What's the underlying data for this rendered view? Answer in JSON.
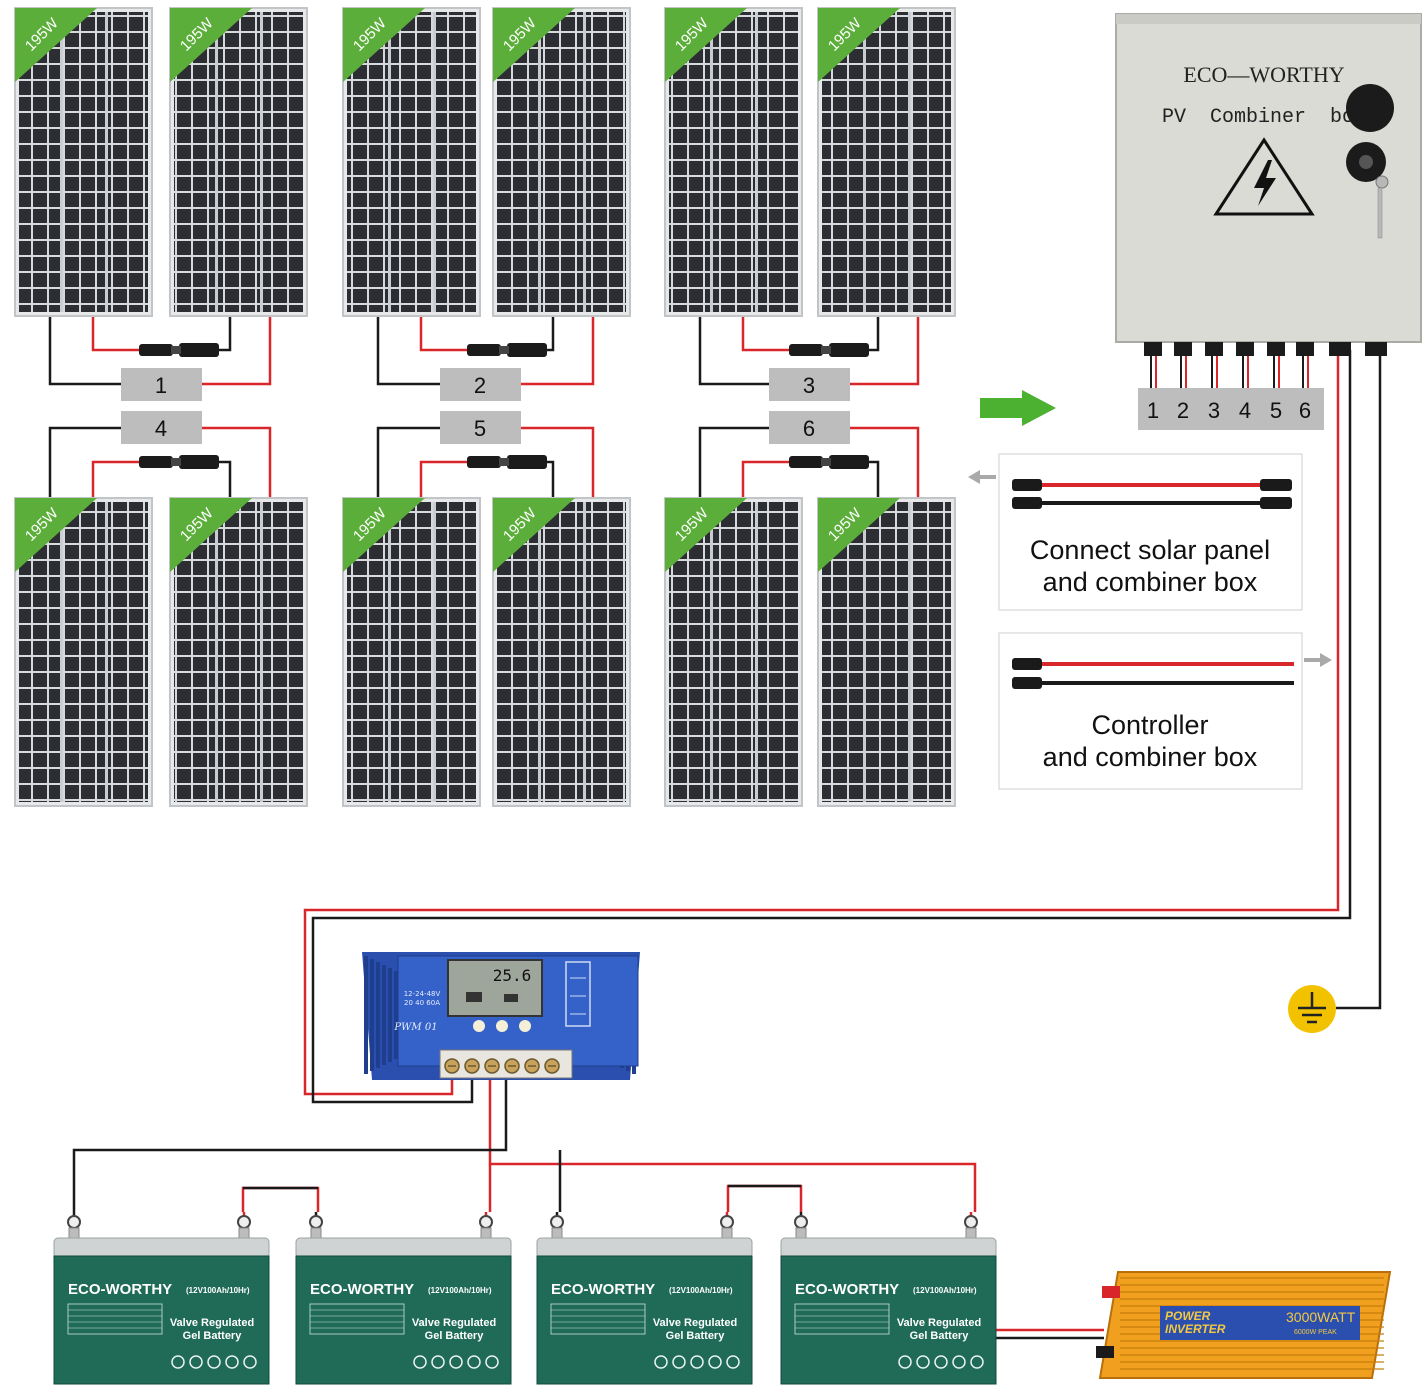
{
  "colors": {
    "wire_red": "#d8262a",
    "wire_black": "#1a1a1a",
    "panel_frame": "#e6e8ea",
    "panel_cell": "#2c2e33",
    "panel_tag": "#5cae3a",
    "string_label_bg": "#bdbdbd",
    "arrow_green": "#4cb030",
    "combiner_body": "#d9dbd4",
    "controller_blue": "#2e55b8",
    "battery_green": "#1f6b57",
    "battery_top": "#cfd3d4",
    "inverter_orange": "#f0a01e",
    "ground_yellow": "#f2c200"
  },
  "panels": {
    "wattage_label": "195W",
    "count": 12
  },
  "strings": {
    "labels": [
      "1",
      "2",
      "3",
      "4",
      "5",
      "6"
    ]
  },
  "combiner_box": {
    "brand": "ECO—WORTHY",
    "title": "PV  Combiner  box",
    "input_labels": [
      "1",
      "2",
      "3",
      "4",
      "5",
      "6"
    ],
    "icon": "high-voltage-warning-icon"
  },
  "legend": {
    "panel_to_combiner": {
      "line1": "Connect solar panel",
      "line2": "and combiner box"
    },
    "controller_to_combiner": {
      "line1": "Controller",
      "line2": "and combiner box"
    }
  },
  "controller": {
    "display_value": "25.6",
    "voltage_label_1": "12-24-48V",
    "voltage_label_2": "20 40 60A",
    "model": "PWM 01"
  },
  "batteries": {
    "count": 4,
    "brand": "ECO-WORTHY",
    "spec": "(12V100Ah/10Hr)",
    "type_line1": "Valve Regulated",
    "type_line2": "Gel Battery"
  },
  "inverter": {
    "label_line1": "POWER",
    "label_line2": "INVERTER",
    "rating": "3000WATT",
    "peak": "6000W PEAK"
  },
  "icons": [
    "ground-icon",
    "green-arrow-icon",
    "key-icon",
    "mc4-connector-icon"
  ]
}
